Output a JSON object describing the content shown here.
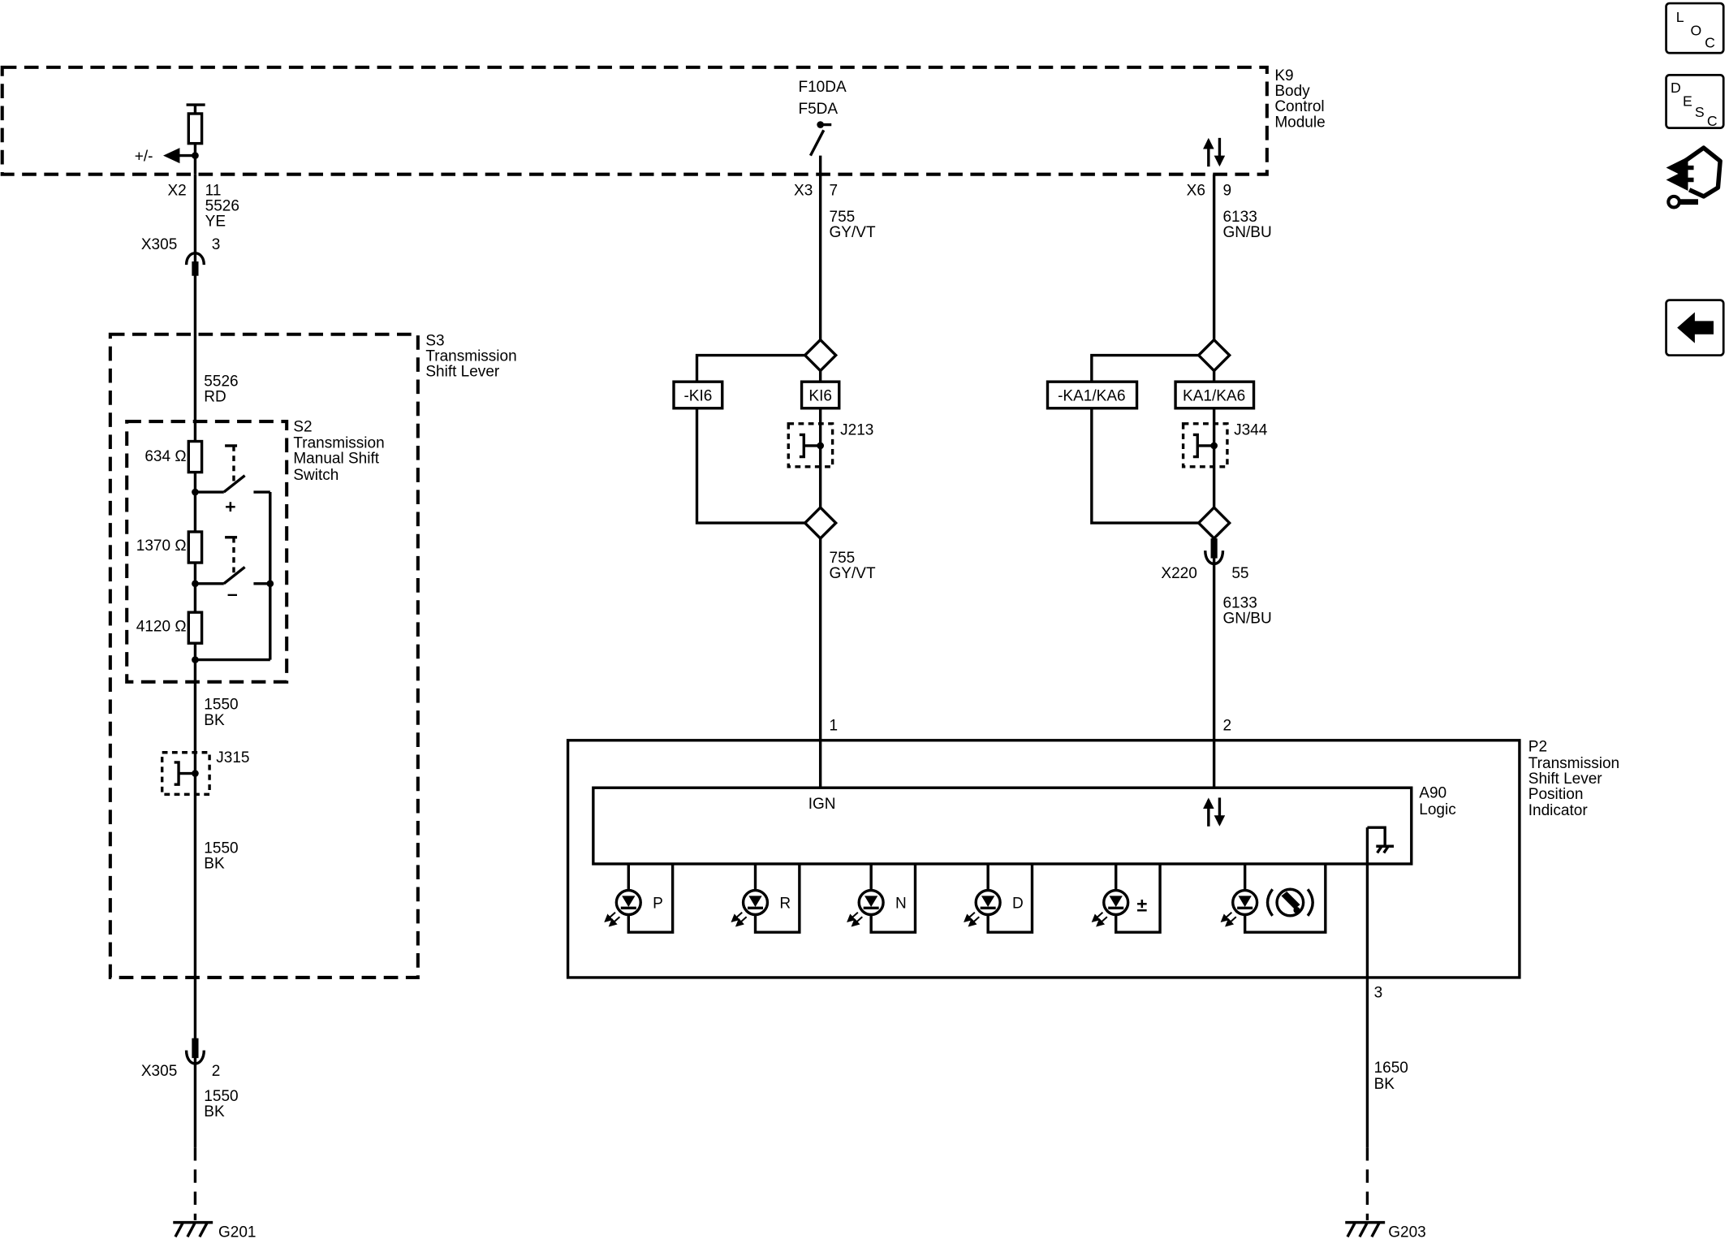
{
  "toolbar": {
    "loc_letters": [
      "L",
      "O",
      "C"
    ],
    "desc_letters": [
      "D",
      "E",
      "S",
      "C"
    ]
  },
  "k9": {
    "ref": "K9",
    "name_lines": [
      "Body",
      "Control",
      "Module"
    ]
  },
  "s3": {
    "ref": "S3",
    "name_lines": [
      "Transmission",
      "Shift Lever"
    ]
  },
  "s2": {
    "ref": "S2",
    "name_lines": [
      "Transmission",
      "Manual Shift",
      "Switch"
    ],
    "switch_plus": "+",
    "switch_minus": "–"
  },
  "p2": {
    "ref": "P2",
    "name_lines": [
      "Transmission",
      "Shift Lever",
      "Position",
      "Indicator"
    ]
  },
  "a90": {
    "ref": "A90",
    "name": "Logic",
    "ign_label": "IGN"
  },
  "fuse_labels": [
    "F10DA",
    "F5DA"
  ],
  "power_mode_label": "+/-",
  "resistors": [
    "634 Ω",
    "1370 Ω",
    "4120 Ω"
  ],
  "led_labels": [
    "P",
    "R",
    "N",
    "D",
    "±"
  ],
  "left_circuit": {
    "bcm_connector": "X2",
    "bcm_pin": "11",
    "inline_connectors": [
      {
        "id": "X305",
        "pin": "3"
      },
      {
        "id": "X305",
        "pin": "2"
      }
    ],
    "wires": [
      {
        "circuit": "5526",
        "color": "YE"
      },
      {
        "circuit": "5526",
        "color": "RD"
      },
      {
        "circuit": "1550",
        "color": "BK"
      },
      {
        "circuit": "1550",
        "color": "BK"
      },
      {
        "circuit": "1550",
        "color": "BK"
      }
    ],
    "splice": "J315",
    "ground": "G201"
  },
  "ign_circuit": {
    "bcm_connector": "X3",
    "bcm_pin": "7",
    "wires": [
      {
        "circuit": "755",
        "color": "GY/VT"
      },
      {
        "circuit": "755",
        "color": "GY/VT"
      }
    ],
    "options": [
      "-KI6",
      "KI6"
    ],
    "splice": "J213",
    "p2_pin": "1"
  },
  "data_circuit": {
    "bcm_connector": "X6",
    "bcm_pin": "9",
    "wires": [
      {
        "circuit": "6133",
        "color": "GN/BU"
      },
      {
        "circuit": "6133",
        "color": "GN/BU"
      }
    ],
    "options": [
      "-KA1/KA6",
      "KA1/KA6"
    ],
    "splice": "J344",
    "inline_connector": {
      "id": "X220",
      "pin": "55"
    },
    "p2_pin": "2"
  },
  "ground_circuit": {
    "p2_pin": "3",
    "wire": {
      "circuit": "1650",
      "color": "BK"
    },
    "ground": "G203"
  }
}
